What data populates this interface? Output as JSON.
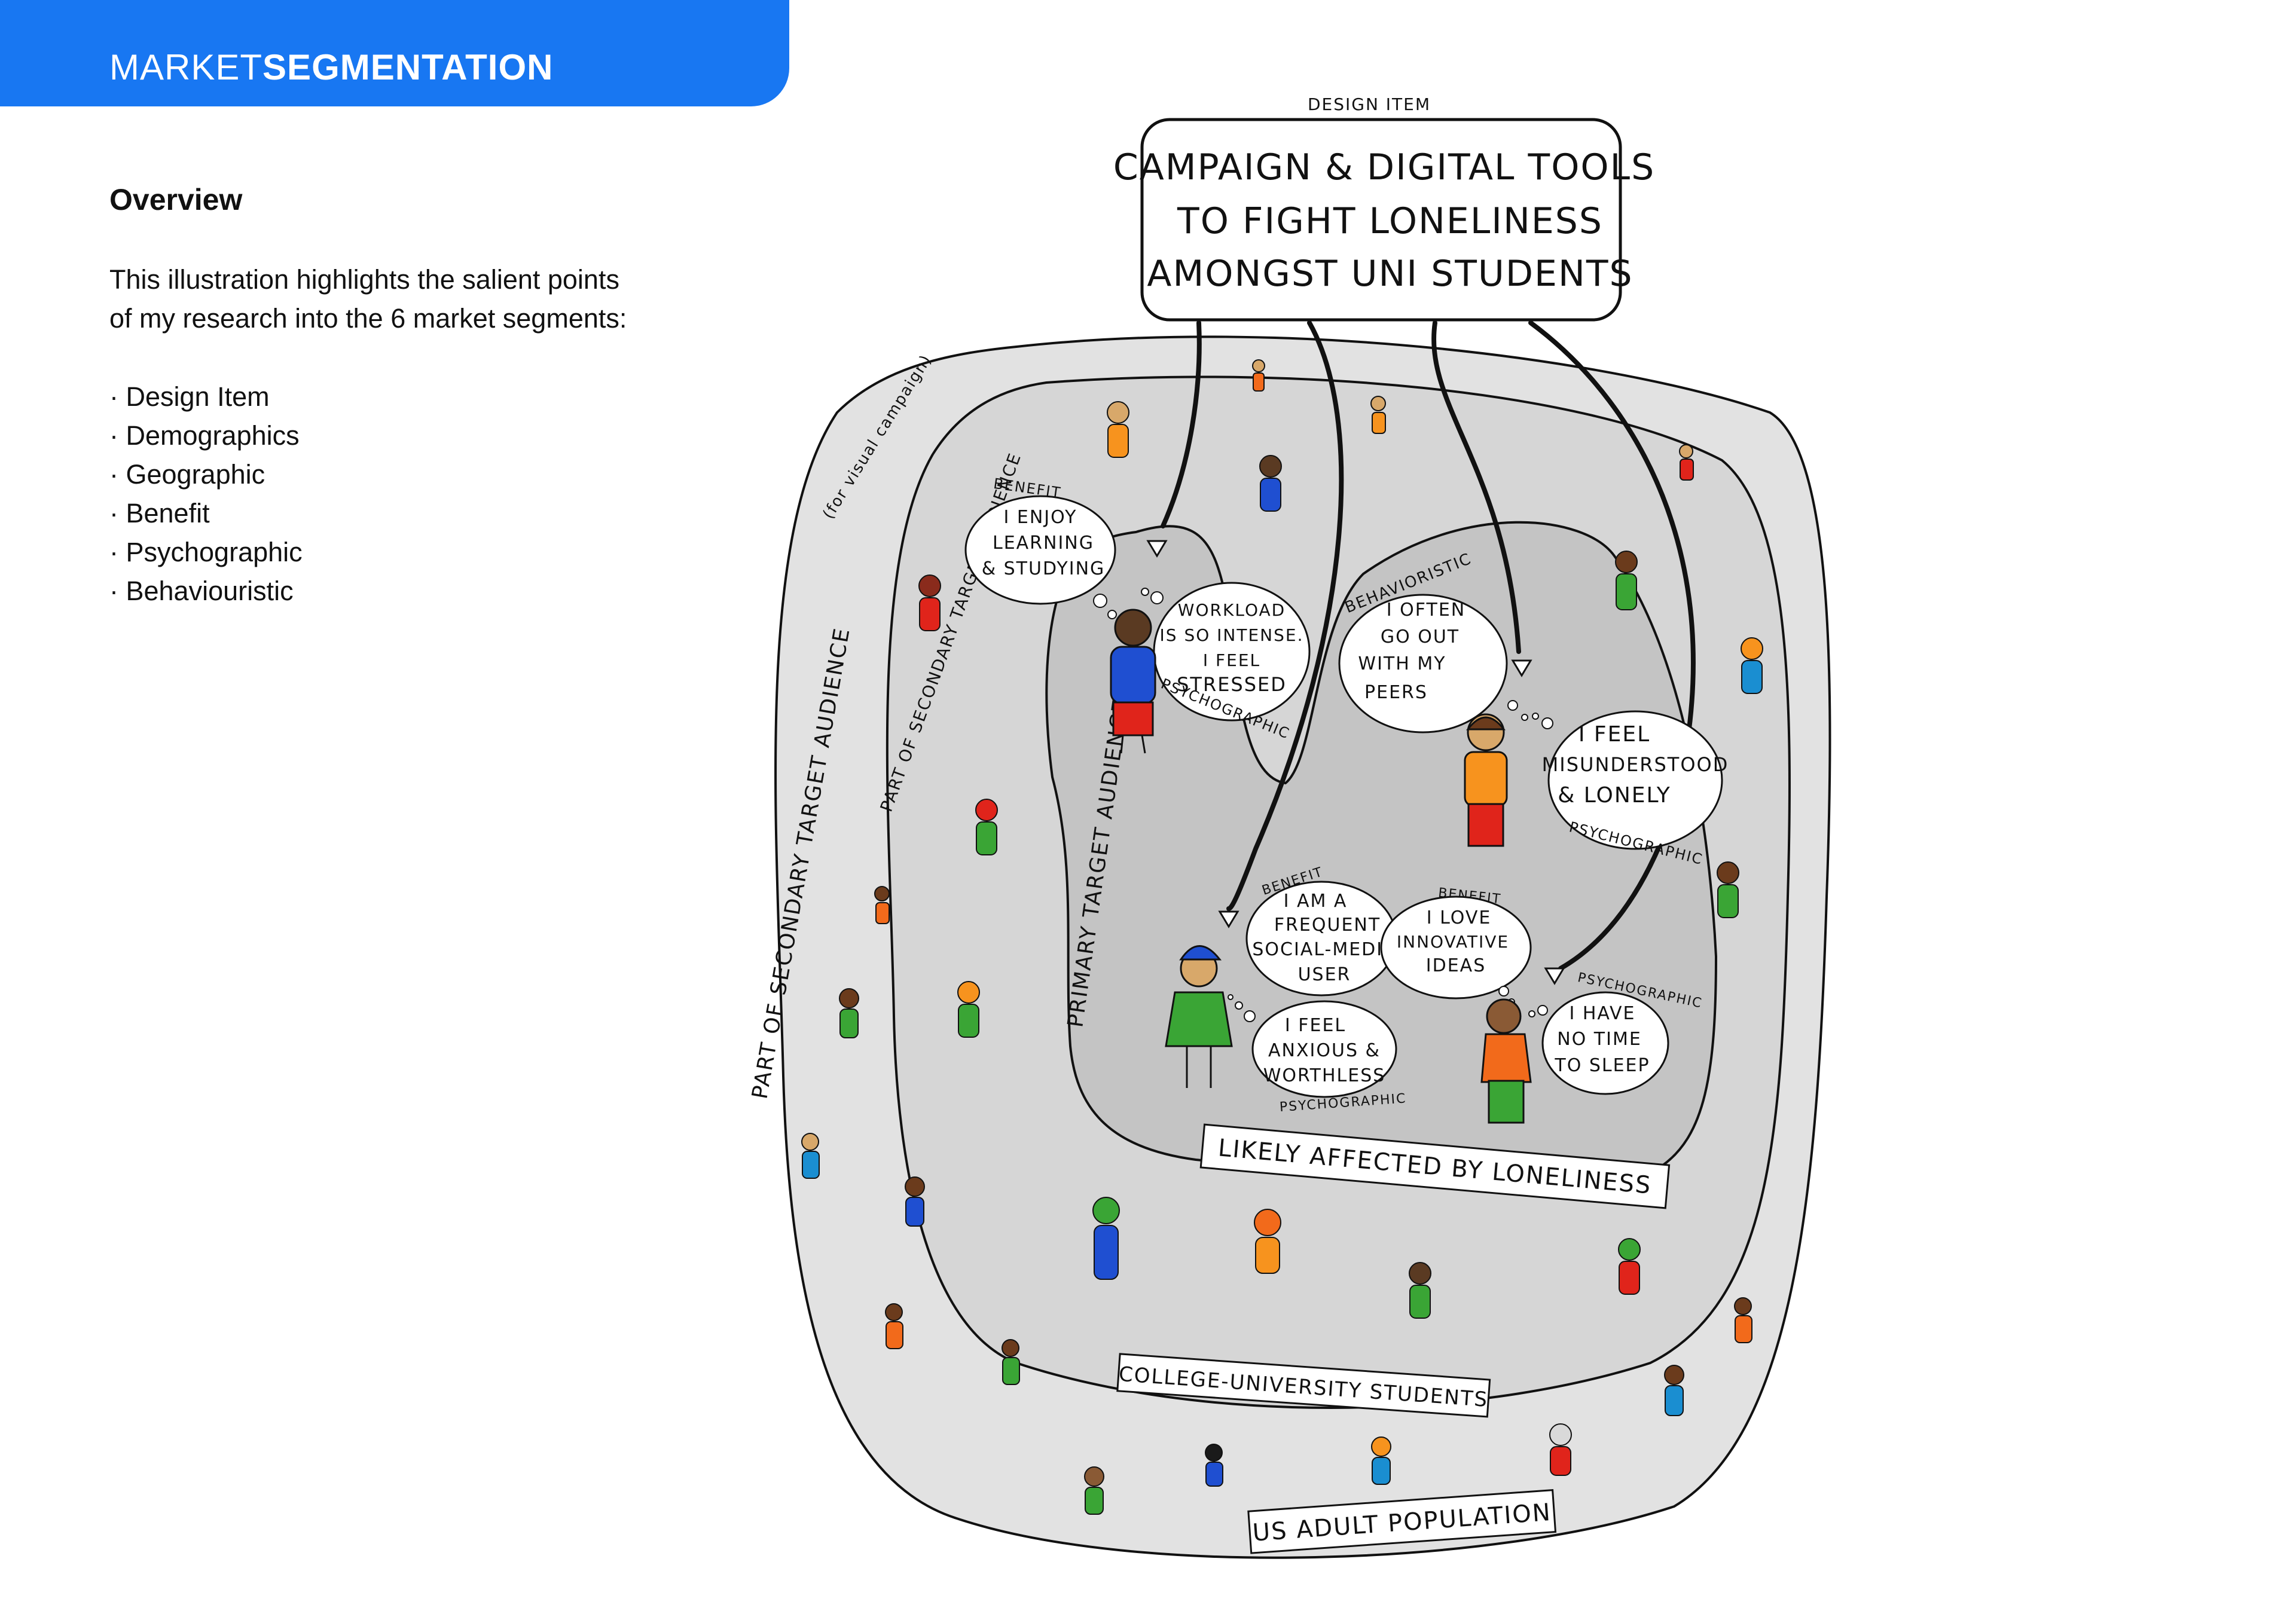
{
  "header": {
    "title_light": "MARKET",
    "title_bold": "SEGMENTATION",
    "accent": "#1877f2"
  },
  "overview": {
    "heading": "Overview",
    "body": "This illustration highlights the salient points of my research into the 6 market segments:",
    "items": [
      "· Design Item",
      "· Demographics",
      "· Geographic",
      "· Benefit",
      "· Psychographic",
      "· Behaviouristic"
    ]
  },
  "diagram": {
    "design_item_label": "DESIGN ITEM",
    "design_item_lines": [
      "CAMPAIGN & DIGITAL TOOLS",
      "TO FIGHT LONELINESS",
      "AMONGST UNI STUDENTS"
    ],
    "rings": {
      "outer": "US ADULT POPULATION",
      "second": "COLLEGE-UNIVERSITY STUDENTS",
      "third": "LIKELY AFFECTED BY LONELINESS",
      "outer_side": "PART OF SECONDARY TARGET AUDIENCE",
      "outer_side_note": "(for visual campaign)",
      "second_side": "PART OF SECONDARY TARGET AUDIENCE",
      "primary_side": "PRIMARY TARGET AUDIENCE"
    },
    "bubbles": {
      "enjoy": {
        "tag": "BENEFIT",
        "lines": [
          "I ENJOY",
          "LEARNING",
          "& STUDYING"
        ]
      },
      "workload": {
        "tag": "PSYCHOGRAPHIC",
        "lines": [
          "WORKLOAD",
          "IS SO INTENSE.",
          "I FEEL",
          "STRESSED"
        ]
      },
      "goout": {
        "tag": "BEHAVIORISTIC",
        "lines": [
          "I OFTEN",
          "GO OUT",
          "WITH MY",
          "PEERS"
        ]
      },
      "misunderstood": {
        "tag": "PSYCHOGRAPHIC",
        "lines": [
          "I FEEL",
          "MISUNDERSTOOD",
          "& LONELY"
        ]
      },
      "frequent": {
        "tag": "BENEFIT",
        "lines": [
          "I AM A",
          "FREQUENT",
          "SOCIAL-MEDIA",
          "USER"
        ]
      },
      "innovative": {
        "tag": "BENEFIT",
        "lines": [
          "I LOVE",
          "INNOVATIVE",
          "IDEAS"
        ]
      },
      "anxious": {
        "tag": "PSYCHOGRAPHIC",
        "lines": [
          "I FEEL",
          "ANXIOUS &",
          "WORTHLESS"
        ]
      },
      "notime": {
        "tag": "PSYCHOGRAPHIC",
        "lines": [
          "I HAVE",
          "NO TIME",
          "TO SLEEP"
        ]
      }
    }
  }
}
